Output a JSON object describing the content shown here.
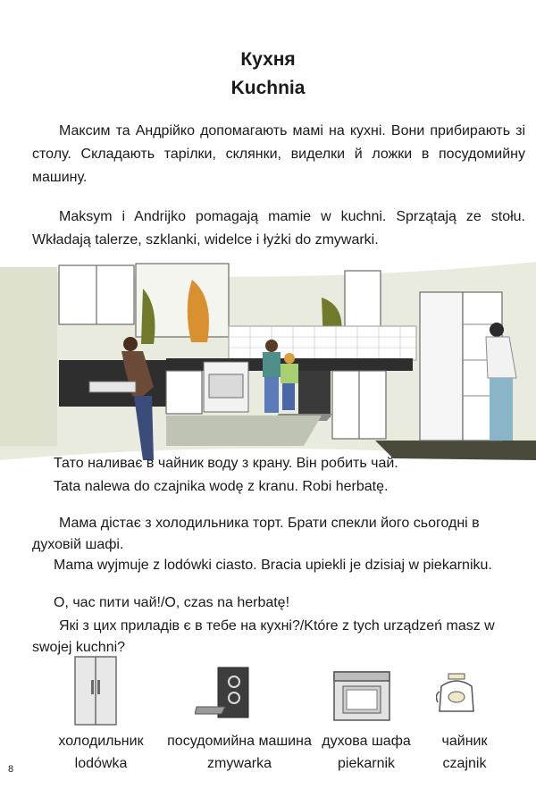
{
  "title_uk": "Кухня",
  "title_pl": "Kuchnia",
  "intro_uk": "Максим та Андрійко допомагають мамі на кухні. Вони прибирають зі столу. Складають тарілки, склянки, виделки й ложки в посудомийну машину.",
  "intro_pl": "Maksym i Andrijko pomagają mamie w kuchni. Sprzątają ze stołu. Wkładają talerze, szklanki, widelce i łyżki do zmywarki.",
  "dad_uk": "Тато наливає в чайник воду з крану. Він робить чай.",
  "dad_pl": "Tata nalewa do czajnika wodę z kranu. Robi herbatę.",
  "mom_uk": "Мама дістає з холодильника торт. Брати спекли його сьогодні в духовій шафі.",
  "mom_pl": "Mama wyjmuje z lodówki ciasto. Bracia upiekli je dzisiaj w piekarniku.",
  "tea_line": "О, час пити чай!/O, czas na herbatę!",
  "question": "Які з цих приладів є в тебе на кухні?/Które z tych urządzeń masz w swojej kuchni?",
  "appliances": [
    {
      "icon": "fridge-icon",
      "uk": "холодильник",
      "pl": "lodówka"
    },
    {
      "icon": "dishwasher-icon",
      "uk": "посудомийна машина",
      "pl": "zmywarka"
    },
    {
      "icon": "oven-icon",
      "uk": "духова шафа",
      "pl": "piekarnik"
    },
    {
      "icon": "kettle-icon",
      "uk": "чайник",
      "pl": "czajnik"
    }
  ],
  "page_number": "8"
}
